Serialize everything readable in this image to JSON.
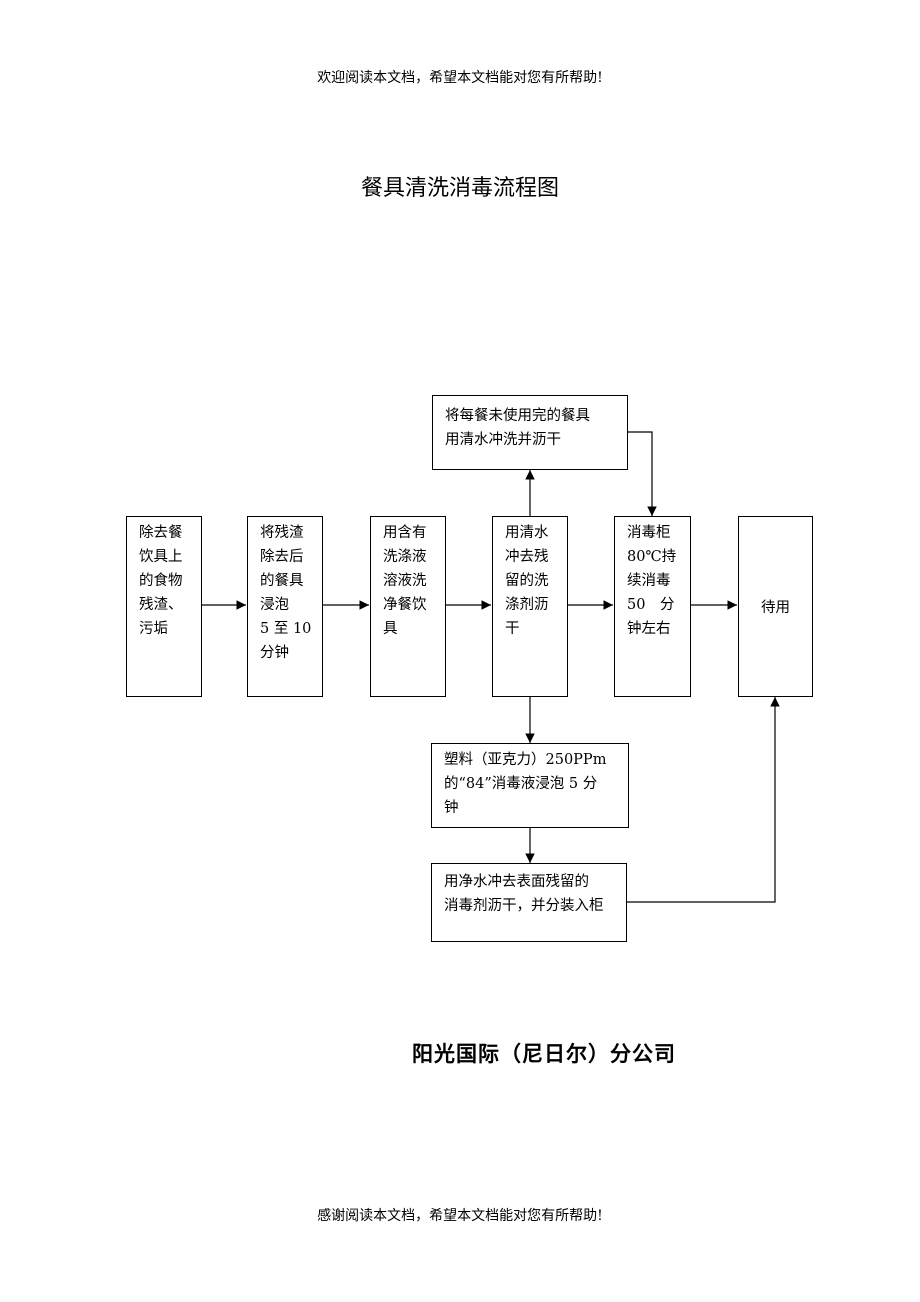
{
  "page": {
    "header": "欢迎阅读本文档，希望本文档能对您有所帮助!",
    "title": "餐具清洗消毒流程图",
    "company": "阳光国际（尼日尔）分公司",
    "footer": "感谢阅读本文档，希望本文档能对您有所帮助!"
  },
  "flow": {
    "steps": [
      {
        "id": "remove-residue",
        "lines": [
          "除去餐",
          "饮具上",
          "的食物",
          "残渣、",
          "污垢"
        ]
      },
      {
        "id": "soak",
        "lines": [
          "将残渣",
          "除去后",
          "的餐具",
          "浸泡",
          "5 至 10",
          "分钟"
        ]
      },
      {
        "id": "detergent-wash",
        "lines": [
          "用含有",
          "洗涤液",
          "溶液洗",
          "净餐饮",
          "具"
        ]
      },
      {
        "id": "rinse",
        "lines": [
          "用清水",
          "冲去残",
          "留的洗",
          "涤剂沥",
          "干"
        ]
      },
      {
        "id": "cabinet-disinfect",
        "lines": [
          "消毒柜",
          "80℃持",
          "续消毒",
          "50　分",
          "钟左右"
        ]
      },
      {
        "id": "standby",
        "lines": [
          "待用"
        ]
      },
      {
        "id": "leftover-rinse",
        "lines": [
          "将每餐未使用完的餐具",
          "用清水冲洗并沥干"
        ]
      },
      {
        "id": "plastic-soak",
        "lines": [
          "塑料（亚克力）250PPm",
          "的“84”消毒液浸泡 5 分",
          "钟"
        ]
      },
      {
        "id": "final-rinse",
        "lines": [
          "用净水冲去表面残留的",
          "消毒剂沥干，并分装入柜"
        ]
      }
    ],
    "edges": [
      [
        "remove-residue",
        "soak"
      ],
      [
        "soak",
        "detergent-wash"
      ],
      [
        "detergent-wash",
        "rinse"
      ],
      [
        "rinse",
        "cabinet-disinfect"
      ],
      [
        "cabinet-disinfect",
        "standby"
      ],
      [
        "rinse",
        "leftover-rinse"
      ],
      [
        "leftover-rinse",
        "cabinet-disinfect"
      ],
      [
        "rinse",
        "plastic-soak"
      ],
      [
        "plastic-soak",
        "final-rinse"
      ],
      [
        "final-rinse",
        "standby"
      ]
    ]
  }
}
